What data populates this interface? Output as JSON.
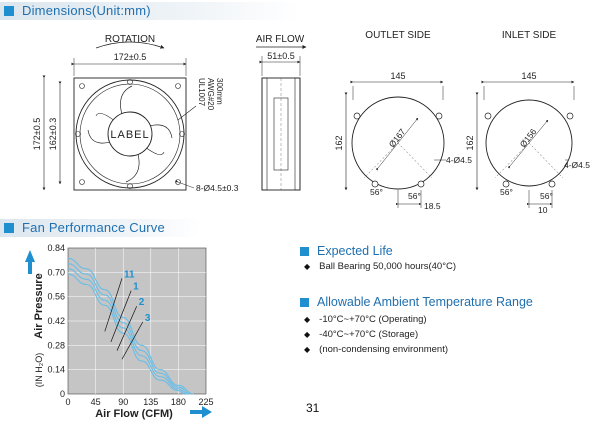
{
  "headers": {
    "dimensions": "Dimensions(Unit:mm)",
    "performance": "Fan Performance Curve"
  },
  "front_view": {
    "rotation_label": "ROTATION",
    "width_dim": "172±0.5",
    "height_outer": "172±0.5",
    "height_inner": "162±0.3",
    "label_text": "LABEL",
    "wire_line1": "UL1007",
    "wire_line2": "AWG#20",
    "wire_line3": "300mm",
    "hole_note": "8-Ø4.5±0.3"
  },
  "side_view": {
    "title": "AIR FLOW",
    "depth_dim": "51±0.5"
  },
  "outlet_view": {
    "title": "OUTLET SIDE",
    "width": "145",
    "height": "162",
    "diameter": "Ø167",
    "holes": "4-Ø4.5",
    "angle_left": "56°",
    "angle_right": "56°",
    "bottom_dim": "18.5"
  },
  "inlet_view": {
    "title": "INLET SIDE",
    "width": "145",
    "height": "162",
    "diameter": "Ø156",
    "holes": "4-Ø4.5",
    "angle_left": "56°",
    "angle_right": "56°",
    "bottom_dim": "10"
  },
  "chart_data": {
    "type": "line",
    "title": "",
    "xlabel": "Air Flow (CFM)",
    "ylabel": "Air Pressure",
    "ylabel_unit": "(IN H₂O)",
    "xlim": [
      0,
      225
    ],
    "ylim": [
      0,
      0.84
    ],
    "x_ticks": [
      "0",
      "45",
      "90",
      "135",
      "180",
      "225"
    ],
    "y_ticks": [
      "0",
      "0.14",
      "0.28",
      "0.42",
      "0.56",
      "0.70",
      "0.84"
    ],
    "series": [
      {
        "name": "11",
        "x": [
          0,
          30,
          60,
          90,
          120,
          150,
          180,
          205
        ],
        "y": [
          0.78,
          0.72,
          0.6,
          0.44,
          0.28,
          0.14,
          0.05,
          0.0
        ]
      },
      {
        "name": "1",
        "x": [
          0,
          30,
          60,
          90,
          120,
          150,
          180,
          200
        ],
        "y": [
          0.75,
          0.69,
          0.57,
          0.41,
          0.25,
          0.12,
          0.04,
          0.0
        ]
      },
      {
        "name": "2",
        "x": [
          0,
          30,
          60,
          90,
          120,
          150,
          180,
          195
        ],
        "y": [
          0.72,
          0.66,
          0.54,
          0.38,
          0.22,
          0.1,
          0.03,
          0.0
        ]
      },
      {
        "name": "3",
        "x": [
          0,
          30,
          60,
          90,
          120,
          150,
          180,
          190
        ],
        "y": [
          0.69,
          0.63,
          0.51,
          0.35,
          0.19,
          0.08,
          0.02,
          0.0
        ]
      }
    ],
    "curve_color": "#6bbde6",
    "plot_bg": "#c5c5c5"
  },
  "expected_life": {
    "title": "Expected Life",
    "items": [
      "Ball Bearing 50,000 hours(40°C)"
    ]
  },
  "temperature": {
    "title": "Allowable Ambient Temperature Range",
    "items": [
      "-10°C~+70°C (Operating)",
      "-40°C~+70°C (Storage)",
      "(non-condensing environment)"
    ]
  },
  "page_number": "31",
  "colors": {
    "accent": "#1f8fd0",
    "heading": "#1f6fb0"
  }
}
